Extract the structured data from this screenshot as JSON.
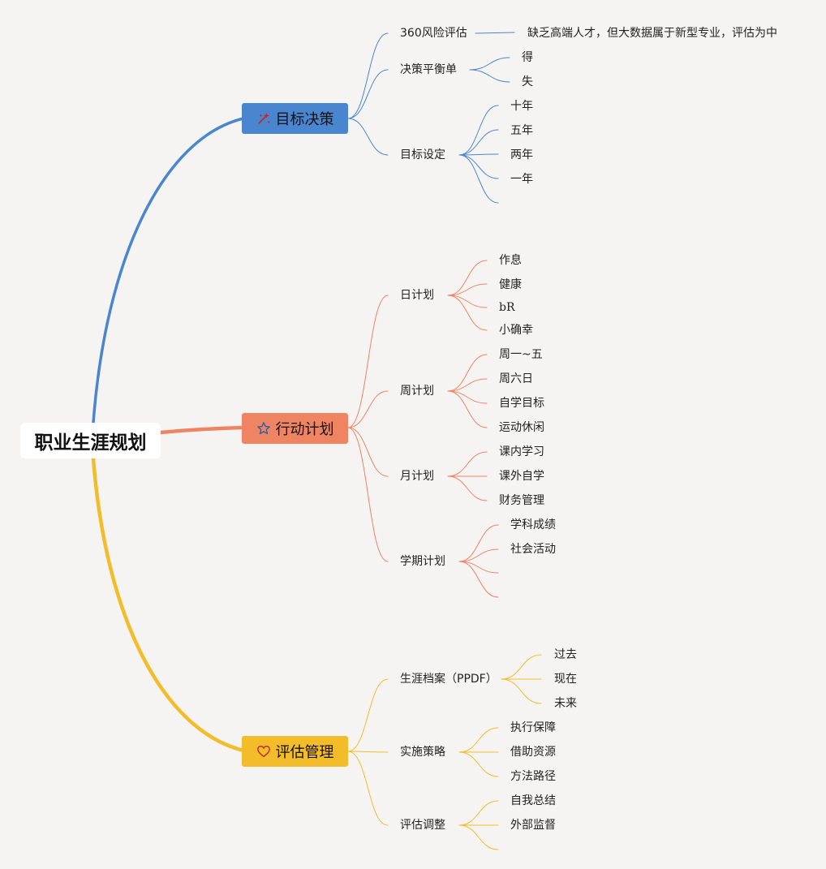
{
  "root": {
    "title": "职业生涯规划"
  },
  "colors": {
    "blue": "#4a86d0",
    "orange": "#ef8462",
    "yellow": "#f2bc2b"
  },
  "branches": [
    {
      "label": "目标决策",
      "icon": "wand-icon",
      "children": [
        {
          "label": "360风险评估",
          "children": [
            "缺乏高端人才，但大数据属于新型专业，评估为中"
          ]
        },
        {
          "label": "决策平衡单",
          "children": [
            "得",
            "失"
          ]
        },
        {
          "label": "目标设定",
          "children": [
            "十年",
            "五年",
            "两年",
            "一年",
            ""
          ]
        }
      ]
    },
    {
      "label": "行动计划",
      "icon": "star-icon",
      "children": [
        {
          "label": "日计划",
          "children": [
            "作息",
            "健康",
            "bR",
            "小确幸"
          ]
        },
        {
          "label": "周计划",
          "children": [
            "周一~五",
            "周六日",
            "自学目标",
            "运动休闲"
          ]
        },
        {
          "label": "月计划",
          "children": [
            "课内学习",
            "课外自学",
            "财务管理"
          ]
        },
        {
          "label": "学期计划",
          "children": [
            "学科成绩",
            "社会活动",
            "",
            ""
          ]
        }
      ]
    },
    {
      "label": "评估管理",
      "icon": "heart-icon",
      "children": [
        {
          "label": "生涯档案（PPDF）",
          "children": [
            "过去",
            "现在",
            "未来"
          ]
        },
        {
          "label": "实施策略",
          "children": [
            "执行保障",
            "借助资源",
            "方法路径"
          ]
        },
        {
          "label": "评估调整",
          "children": [
            "自我总结",
            "外部监督",
            ""
          ]
        }
      ]
    }
  ]
}
